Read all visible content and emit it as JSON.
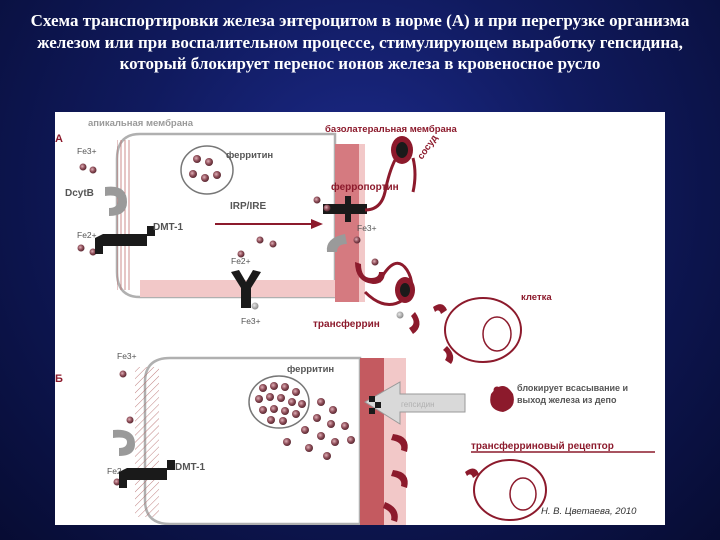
{
  "slide": {
    "title": "Схема транспортировки железа энтероцитом в норме (А) и при перегрузке организма железом или при воспалительном процессе, стимулирующем выработку гепсидина, который блокирует перенос ионов железа в кровеносное русло"
  },
  "diagram": {
    "panel_a": {
      "label": "A",
      "apical_membrane": "апикальная мембрана",
      "basolateral_membrane": "базолатеральная мембрана",
      "vessel": "сосуд",
      "ferritin": "ферритин",
      "ferroportin": "ферропортин",
      "irp_ire": "IRP/IRE",
      "dcytb": "DcytB",
      "dmt1": "DMT-1",
      "fe3_top": "Fe3+",
      "fe2_left": "Fe2+",
      "fe2_mid": "Fe2+",
      "fe3_bottom": "Fe3+",
      "fe3_right": "Fe3+",
      "cell": "клетка",
      "transferrin": "трансферрин"
    },
    "panel_b": {
      "label": "Б",
      "fe3": "Fe3+",
      "fe2": "Fe2+",
      "ferritin": "ферритин",
      "dmt1": "DMT-1",
      "hepcidin": "гепсидин",
      "blocks": "блокирует всасывание и выход железа из депо",
      "receptor": "трансферриновый рецептор"
    },
    "credit": "Н. В. Цветаева, 2010",
    "colors": {
      "dark_red": "#8c1a2c",
      "pink": "#e8a0a0",
      "gray": "#9a9a9a",
      "black": "#1a1a1a"
    }
  }
}
